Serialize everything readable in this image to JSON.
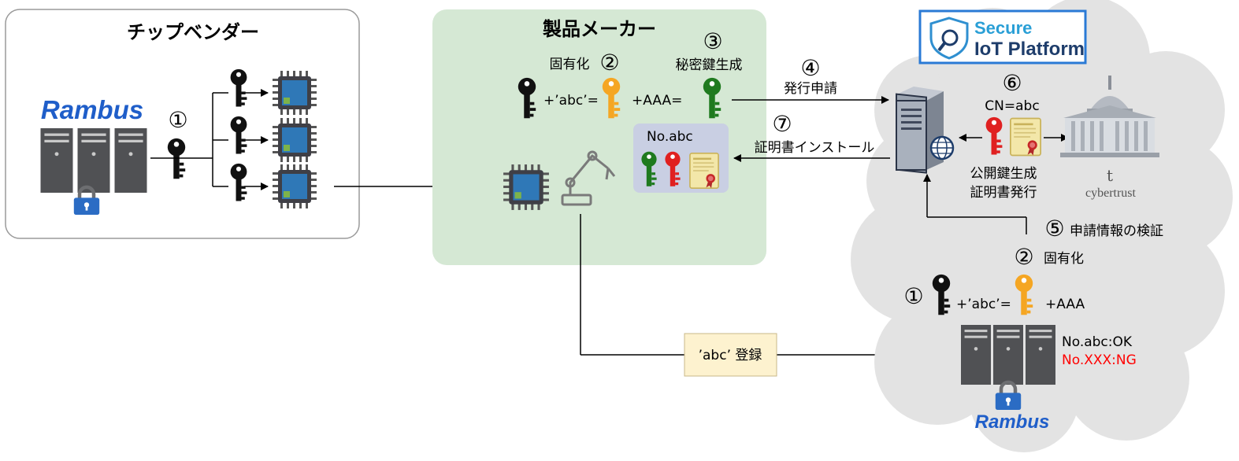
{
  "chip_vendor": {
    "title": "チップベンダー",
    "brand": "Rambus",
    "step": "①"
  },
  "maker": {
    "title": "製品メーカー",
    "unique_label": "固有化",
    "unique_step": "②",
    "keygen_step": "③",
    "keygen_label": "秘密鍵生成",
    "formula_abc": "+’abc’=",
    "formula_aaa": "+AAA=",
    "device_no": "No.abc"
  },
  "flows": {
    "issue_request_step": "④",
    "issue_request": "発行申請",
    "install_step": "⑦",
    "install": "証明書インストール",
    "register": "’abc’ 登録"
  },
  "platform": {
    "logo_line1": "Secure",
    "logo_line2": "IoT Platform",
    "cn_step": "⑥",
    "cn_label": "CN=abc",
    "pubkey_label": "公開鍵生成",
    "cert_label": "証明書発行",
    "verify_step": "⑤",
    "verify_label": "申請情報の検証",
    "unique_step": "②",
    "unique_label": "固有化",
    "key_step": "①",
    "formula_abc": "+’abc’=",
    "formula_aaa": "+AAA",
    "ok_text": "No.abc:OK",
    "ng_text": "No.XXX:NG",
    "brand": "Rambus",
    "ca_name": "cybertrust",
    "ca_glyph": "t"
  },
  "colors": {
    "accent_blue": "#1f5ec9",
    "green_panel": "#d5e8d4",
    "key_black": "#111111",
    "key_orange": "#f5a623",
    "key_green": "#1f7a1f",
    "key_red": "#e02020",
    "ng_red": "#ff0000"
  }
}
